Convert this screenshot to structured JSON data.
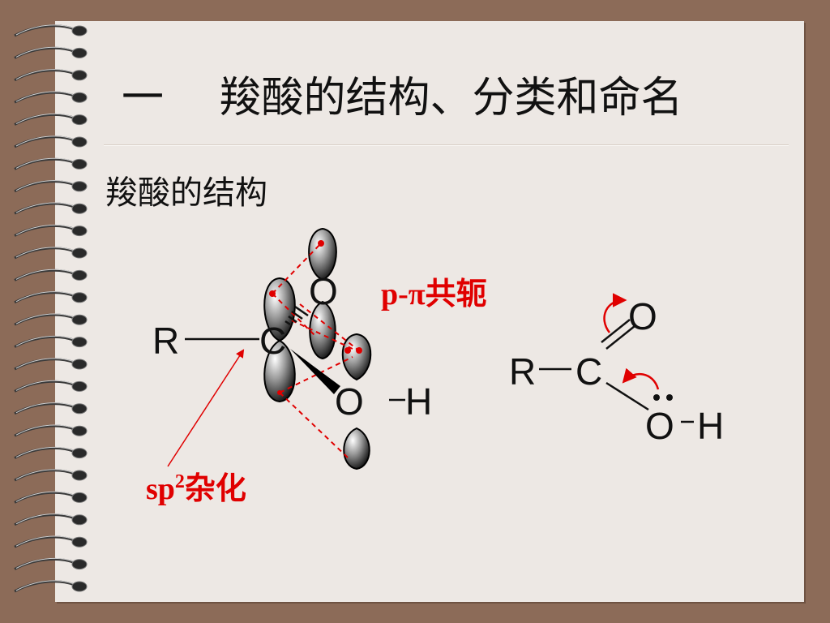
{
  "slide": {
    "title": "一　 羧酸的结构、分类和命名",
    "subtitle": "羧酸的结构"
  },
  "diagram": {
    "conjugation_label": "p-π共轭",
    "hybrid_label_base": "sp",
    "hybrid_label_sup": "2",
    "hybrid_label_rest": "杂化",
    "left": {
      "R": "R",
      "C": "C",
      "O_top": "O",
      "O_bottom": "O",
      "H": "H"
    },
    "right": {
      "R": "R",
      "C": "C",
      "O_top": "O",
      "O_bottom": "O",
      "H": "H"
    }
  },
  "colors": {
    "accent": "#e00000",
    "paper": "#ede8e4",
    "board": "#8c6b58"
  }
}
